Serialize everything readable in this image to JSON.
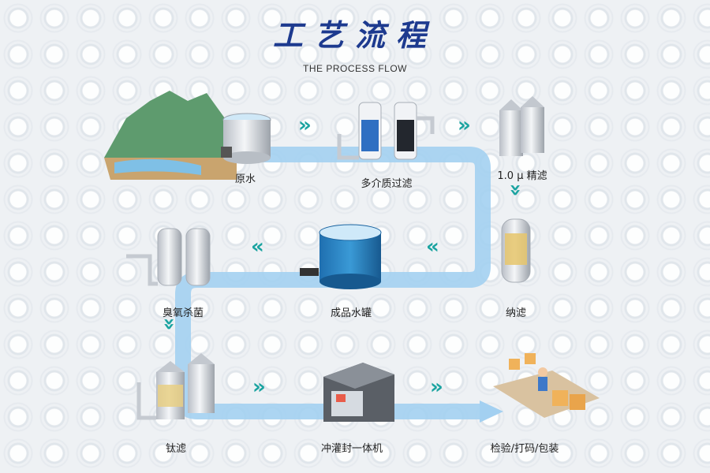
{
  "header": {
    "title": "工艺流程",
    "subtitle": "THE PROCESS FLOW"
  },
  "steps": [
    {
      "label": "原水"
    },
    {
      "label": "多介质过滤"
    },
    {
      "label": "1.0 μ 精滤"
    },
    {
      "label": "纳滤"
    },
    {
      "label": "成品水罐"
    },
    {
      "label": "臭氧杀菌"
    },
    {
      "label": "钛滤"
    },
    {
      "label": "冲灌封一体机"
    },
    {
      "label": "检验/打码/包装"
    }
  ],
  "colors": {
    "title": "#1d3a8f",
    "pipe": "#9fcdf0",
    "arrow": "#1aa3a0",
    "tank": "#dde1e6"
  }
}
